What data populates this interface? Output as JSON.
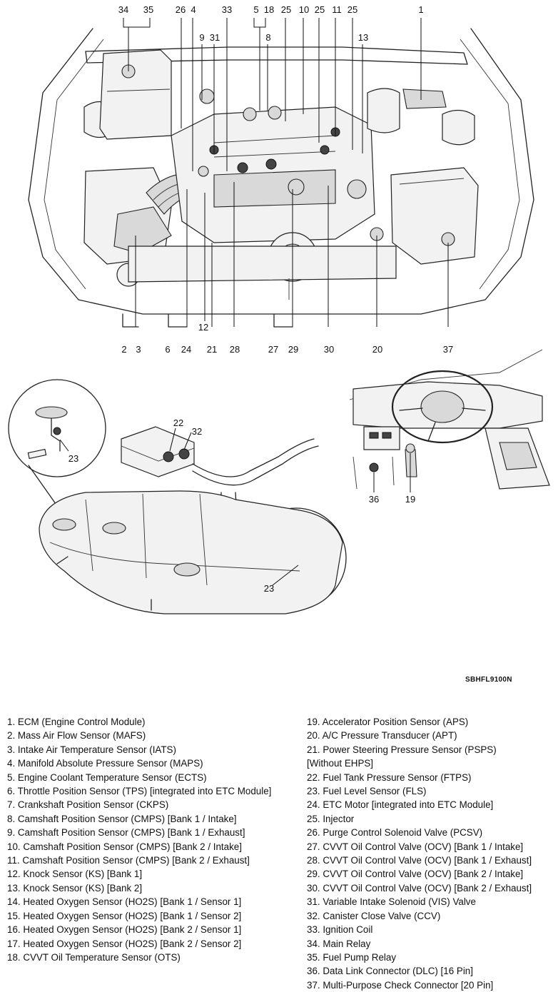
{
  "figure_code": "SBHFL9100N",
  "engine_callouts": [
    "34",
    "35",
    "26",
    "4",
    "33",
    "5",
    "18",
    "25",
    "10",
    "25",
    "11",
    "25",
    "1",
    "9",
    "31",
    "8",
    "13",
    "12",
    "2",
    "3",
    "6",
    "24",
    "21",
    "28",
    "27",
    "29",
    "30",
    "20",
    "37"
  ],
  "fuel_callouts": [
    "22",
    "32",
    "23",
    "23"
  ],
  "cabin_callouts": [
    "36",
    "19"
  ],
  "legend_left": [
    "1. ECM (Engine Control Module)",
    "2. Mass Air Flow Sensor (MAFS)",
    "3. Intake Air Temperature Sensor (IATS)",
    "4. Manifold Absolute Pressure Sensor (MAPS)",
    "5. Engine Coolant Temperature Sensor (ECTS)",
    "6. Throttle Position Sensor (TPS) [integrated into ETC Module]",
    "7. Crankshaft Position Sensor (CKPS)",
    "8. Camshaft Position Sensor (CMPS) [Bank 1 / Intake]",
    "9. Camshaft Position Sensor (CMPS) [Bank 1 / Exhaust]",
    "10. Camshaft Position Sensor (CMPS) [Bank 2 / Intake]",
    "11. Camshaft Position Sensor (CMPS) [Bank 2 / Exhaust]",
    "12. Knock Sensor (KS) [Bank 1]",
    "13. Knock Sensor (KS) [Bank 2]",
    "14. Heated Oxygen Sensor (HO2S) [Bank 1 / Sensor 1]",
    "15. Heated Oxygen Sensor (HO2S) [Bank 1 / Sensor 2]",
    "16. Heated Oxygen Sensor (HO2S) [Bank 2 / Sensor 1]",
    "17. Heated Oxygen Sensor (HO2S) [Bank 2 / Sensor 2]",
    "18. CVVT Oil Temperature Sensor (OTS)"
  ],
  "legend_right": [
    "19. Accelerator Position Sensor (APS)",
    "20. A/C Pressure Transducer (APT)",
    "21. Power Steering Pressure Sensor (PSPS)",
    "[Without EHPS]",
    "22. Fuel Tank Pressure Sensor (FTPS)",
    "23. Fuel Level Sensor (FLS)",
    "24. ETC Motor [integrated into ETC Module]",
    "25. Injector",
    "26. Purge Control Solenoid Valve (PCSV)",
    "27. CVVT Oil Control Valve (OCV) [Bank 1 / Intake]",
    "28. CVVT Oil Control Valve (OCV) [Bank 1 / Exhaust]",
    "29. CVVT Oil Control Valve (OCV) [Bank 2 / Intake]",
    "30. CVVT Oil Control Valve (OCV) [Bank 2 / Exhaust]",
    "31. Variable Intake Solenoid (VIS) Valve",
    "32. Canister Close Valve (CCV)",
    "33. Ignition Coil",
    "34. Main Relay",
    "35. Fuel Pump Relay",
    "36. Data Link Connector (DLC) [16 Pin]",
    "37. Multi-Purpose Check Connector [20 Pin]"
  ]
}
